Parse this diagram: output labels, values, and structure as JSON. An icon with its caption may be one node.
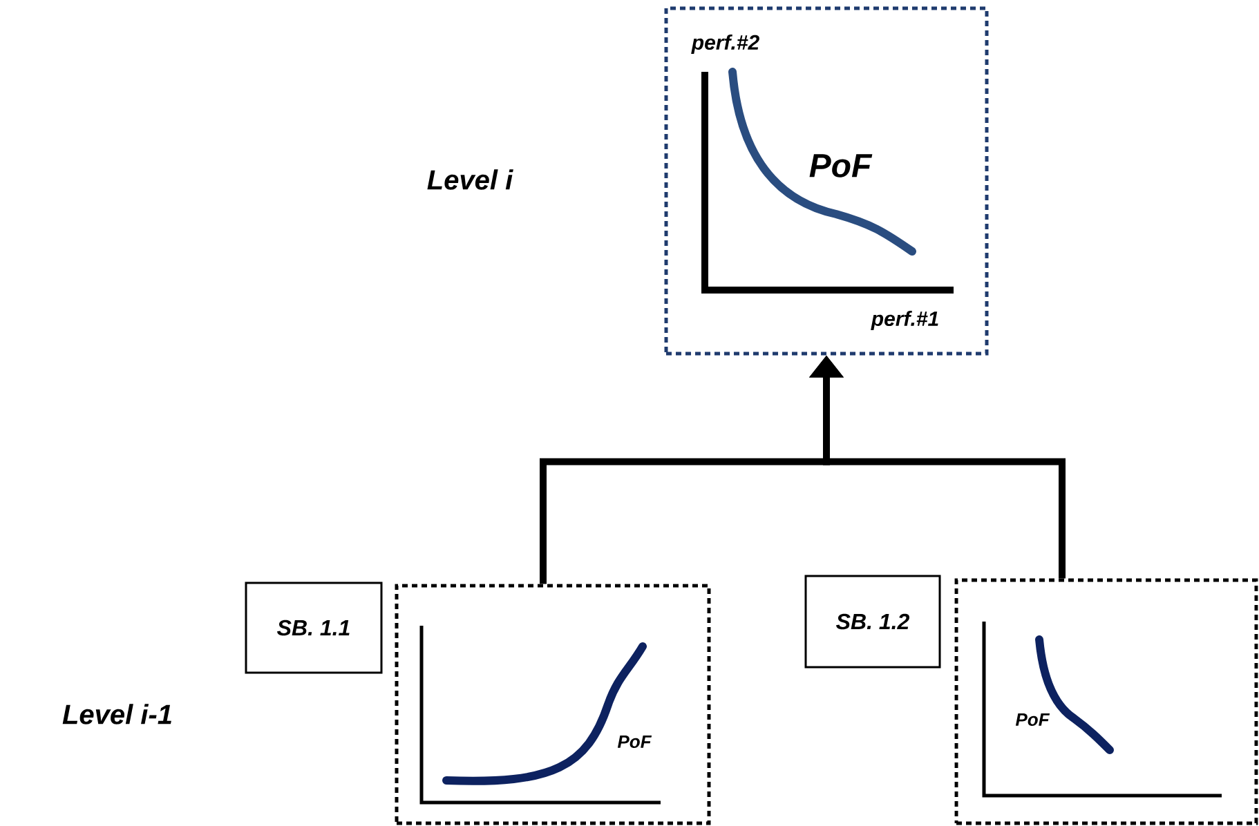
{
  "diagram": {
    "nodes": [
      {
        "text": [
          "perf.#2",
          "PoF",
          "perf.#1"
        ]
      },
      {
        "text": [
          "PoF"
        ]
      },
      {
        "text": [
          "PoF"
        ]
      },
      {
        "text": [
          "SB. 1.1"
        ]
      },
      {
        "text": [
          "SB. 1.2"
        ]
      }
    ],
    "edges": [
      {
        "from": 1,
        "to": 0,
        "arrow": "to"
      },
      {
        "from": 2,
        "to": 0,
        "arrow": "to"
      }
    ],
    "labels": [
      "Level i",
      "Level i-1"
    ]
  }
}
